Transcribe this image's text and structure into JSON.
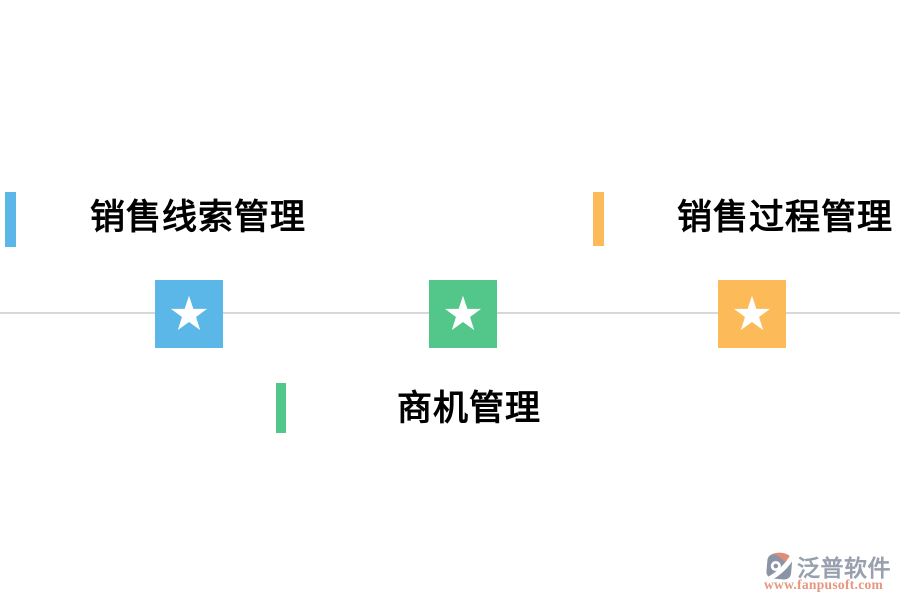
{
  "divider": {
    "color": "#d8d8d8"
  },
  "text_color": "#000000",
  "features": [
    {
      "label": "销售线索管理",
      "accent_color": "#5bb7e8"
    },
    {
      "label": "销售过程管理",
      "accent_color": "#fcba58"
    },
    {
      "label": "商机管理",
      "accent_color": "#53c78a"
    }
  ],
  "tiles": [
    {
      "name": "star-tile-blue",
      "color": "#5bb7e8"
    },
    {
      "name": "star-tile-green",
      "color": "#53c78a"
    },
    {
      "name": "star-tile-orange",
      "color": "#fcba58"
    }
  ],
  "star_color": "#ffffff",
  "watermark": {
    "brand": "泛普软件",
    "url": "www.fanpusoft.com",
    "brand_color": "#98a0af",
    "url_color": "#e6957e",
    "icon_color": "#8b94a4",
    "icon_accent": "#df8d79",
    "icon_cut": "#ffffff"
  }
}
